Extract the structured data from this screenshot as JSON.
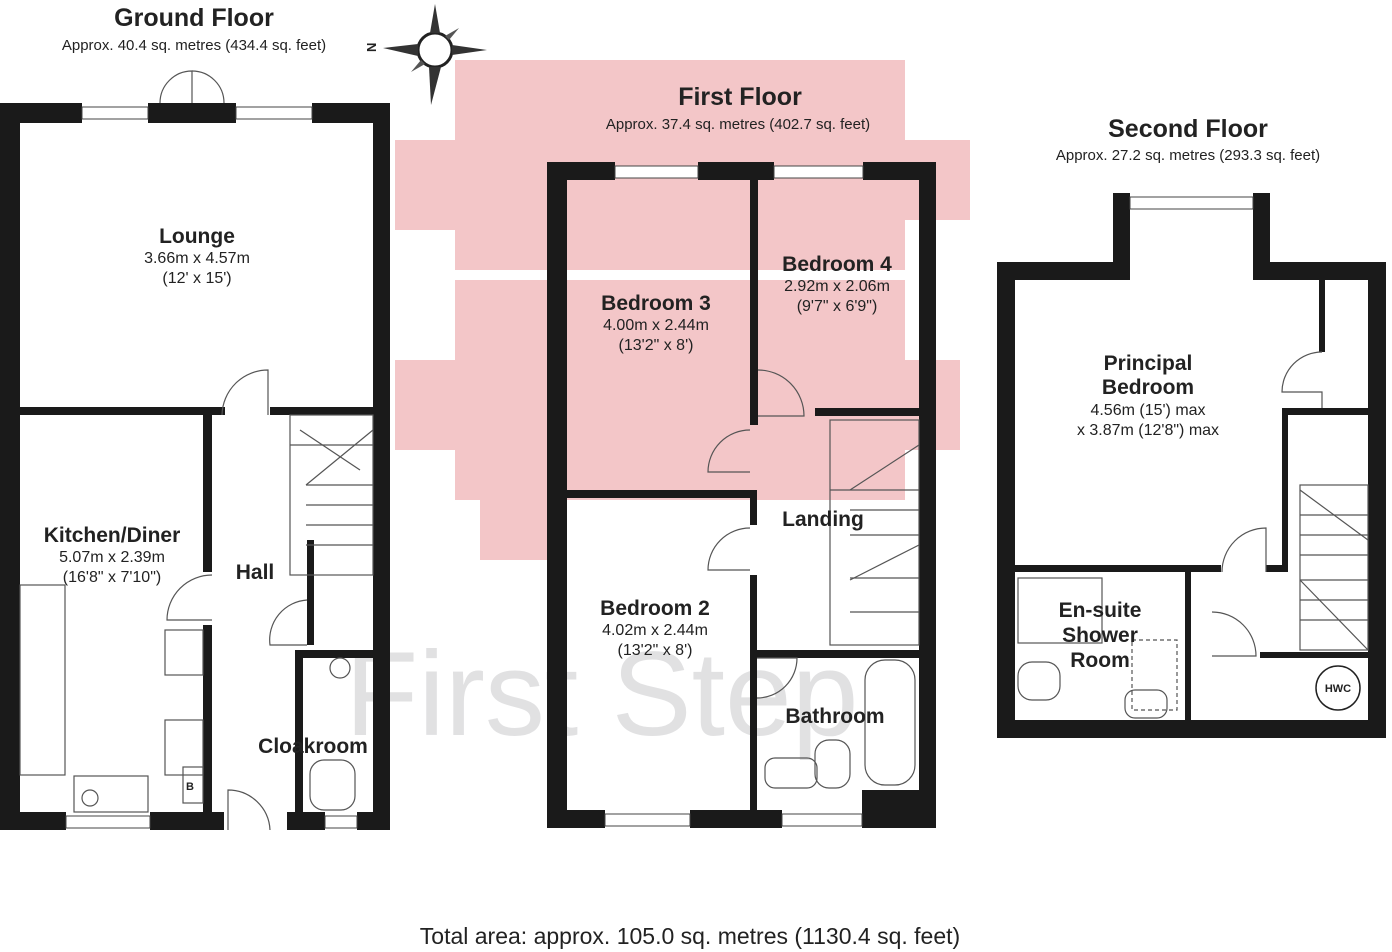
{
  "watermark": "First Step",
  "compass": {
    "label": "N"
  },
  "ground_floor": {
    "title": "Ground Floor",
    "area": "Approx. 40.4 sq. metres (434.4 sq. feet)",
    "lounge": {
      "name": "Lounge",
      "dim1": "3.66m x 4.57m",
      "dim2": "(12' x 15')"
    },
    "kitchen": {
      "name": "Kitchen/Diner",
      "dim1": "5.07m x 2.39m",
      "dim2": "(16'8\" x 7'10\")"
    },
    "hall": {
      "name": "Hall"
    },
    "cloakroom": {
      "name": "Cloakroom"
    },
    "boiler": "B"
  },
  "first_floor": {
    "title": "First Floor",
    "area": "Approx. 37.4 sq. metres (402.7 sq. feet)",
    "bedroom3": {
      "name": "Bedroom 3",
      "dim1": "4.00m x 2.44m",
      "dim2": "(13'2\" x 8')"
    },
    "bedroom4": {
      "name": "Bedroom 4",
      "dim1": "2.92m x 2.06m",
      "dim2": "(9'7\" x 6'9\")"
    },
    "bedroom2": {
      "name": "Bedroom 2",
      "dim1": "4.02m x 2.44m",
      "dim2": "(13'2\" x 8')"
    },
    "landing": {
      "name": "Landing"
    },
    "bathroom": {
      "name": "Bathroom"
    }
  },
  "second_floor": {
    "title": "Second Floor",
    "area": "Approx. 27.2 sq. metres (293.3 sq. feet)",
    "principal": {
      "name1": "Principal",
      "name2": "Bedroom",
      "dim1": "4.56m (15') max",
      "dim2": "x 3.87m (12'8\") max"
    },
    "ensuite": {
      "name1": "En-suite",
      "name2": "Shower",
      "name3": "Room"
    },
    "hwc": "HWC"
  },
  "total_area": "Total area: approx. 105.0 sq. metres (1130.4 sq. feet)"
}
